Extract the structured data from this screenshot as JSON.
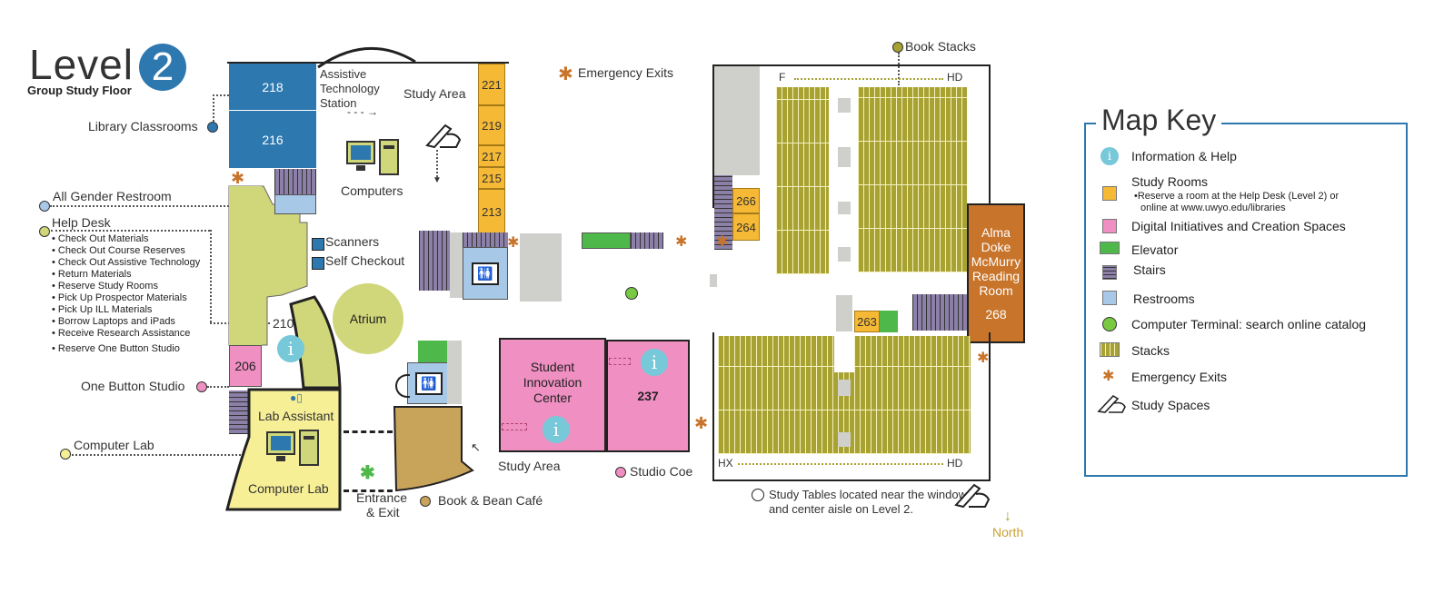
{
  "title": {
    "level_word": "Level",
    "level_num": "2",
    "subtitle": "Group Study Floor"
  },
  "left_labels": {
    "library_classrooms": "Library Classrooms",
    "all_gender_restroom": "All Gender Restroom",
    "help_desk": "Help Desk",
    "one_button_studio": "One Button Studio",
    "computer_lab": "Computer Lab"
  },
  "help_desk_items": [
    "• Check Out Materials",
    "• Check Out Course Reserves",
    "• Check Out Assistive Technology",
    "• Return Materials",
    "• Reserve Study Rooms",
    "• Pick Up Prospector Materials",
    "• Pick Up ILL Materials",
    "• Borrow Laptops and iPads",
    "• Receive Research Assistance",
    "• Reserve One Button Studio"
  ],
  "rooms": {
    "r218": "218",
    "r216": "216",
    "r210": "210",
    "r206": "206",
    "r221": "221",
    "r219": "219",
    "r217": "217",
    "r215": "215",
    "r213": "213",
    "r266": "266",
    "r264": "264",
    "r263": "263",
    "r237": "237",
    "r268": "268"
  },
  "map_labels": {
    "assistive_1": "Assistive",
    "assistive_2": "Technology",
    "assistive_3": "Station",
    "study_area_top": "Study Area",
    "computers": "Computers",
    "scanners": "Scanners",
    "self_checkout": "Self Checkout",
    "atrium": "Atrium",
    "lab_assistant": "Lab Assistant",
    "computer_lab_room": "Computer Lab",
    "entrance_1": "Entrance",
    "entrance_2": "& Exit",
    "book_bean": "Book & Bean Café",
    "study_area_bottom": "Study Area",
    "sic_1": "Student",
    "sic_2": "Innovation",
    "sic_3": "Center",
    "studio_coe": "Studio Coe",
    "emergency_exits": "Emergency  Exits",
    "book_stacks": "Book Stacks",
    "stack_f": "F",
    "stack_hd_top": "HD",
    "stack_hx": "HX",
    "stack_hd_bottom": "HD",
    "reading_1": "Alma",
    "reading_2": "Doke",
    "reading_3": "McMurry",
    "reading_4": "Reading",
    "reading_5": "Room",
    "study_tables_1": "Study Tables located near the windows",
    "study_tables_2": "and center aisle on Level 2.",
    "north": "North",
    "info_glyph": "i",
    "asterisk": "✱"
  },
  "map_key": {
    "title": "Map Key",
    "items": {
      "info": "Information & Help",
      "study_rooms": "Study Rooms",
      "study_note_1": "•Reserve a room at the Help Desk (Level 2) or",
      "study_note_2": "online at www.uwyo.edu/libraries",
      "digital": "Digital Initiatives and Creation Spaces",
      "elevator": "Elevator",
      "stairs": "Stairs",
      "restrooms": "Restrooms",
      "terminal": "Computer Terminal: search online catalog",
      "stacks": "Stacks",
      "emergency": "Emergency Exits",
      "study_spaces": "Study Spaces"
    }
  },
  "colors": {
    "classroom_blue": "#2e78b0",
    "study_room_yellow": "#f5b935",
    "digital_pink": "#f08fc2",
    "help_desk_green": "#d0d77a",
    "stacks_olive": "#a7a232",
    "emergency_orange": "#c8742a",
    "reading_room_orange": "#c8742a",
    "key_border_blue": "#2e78b0",
    "cafe_tan": "#c8a35a"
  }
}
